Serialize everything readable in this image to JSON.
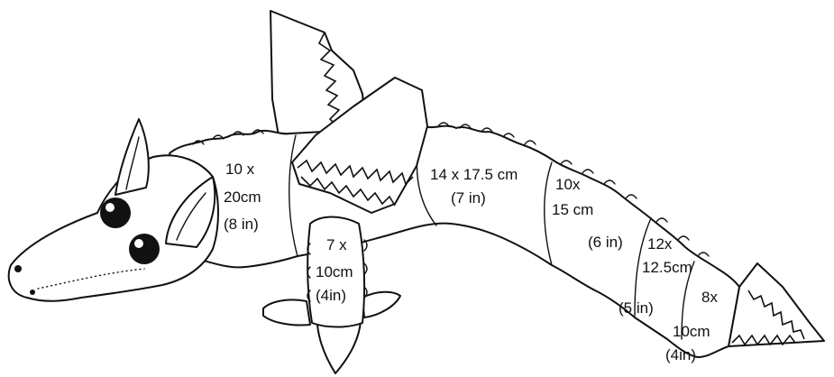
{
  "diagram": {
    "subject": "dragon",
    "segments": [
      {
        "id": "neck",
        "lines": [
          "10 x",
          "20cm",
          "(8 in)"
        ]
      },
      {
        "id": "leg",
        "lines": [
          "7 x",
          "10cm",
          "(4in)"
        ]
      },
      {
        "id": "body",
        "lines": [
          "14 x 17.5 cm",
          "(7 in)"
        ]
      },
      {
        "id": "tail-1",
        "lines": [
          "10x",
          "15 cm",
          "(6 in)"
        ]
      },
      {
        "id": "tail-2",
        "lines": [
          "12x",
          "12.5cm",
          "(5 in)"
        ]
      },
      {
        "id": "tail-3",
        "lines": [
          "8x",
          "10cm",
          "(4in)"
        ]
      }
    ]
  }
}
